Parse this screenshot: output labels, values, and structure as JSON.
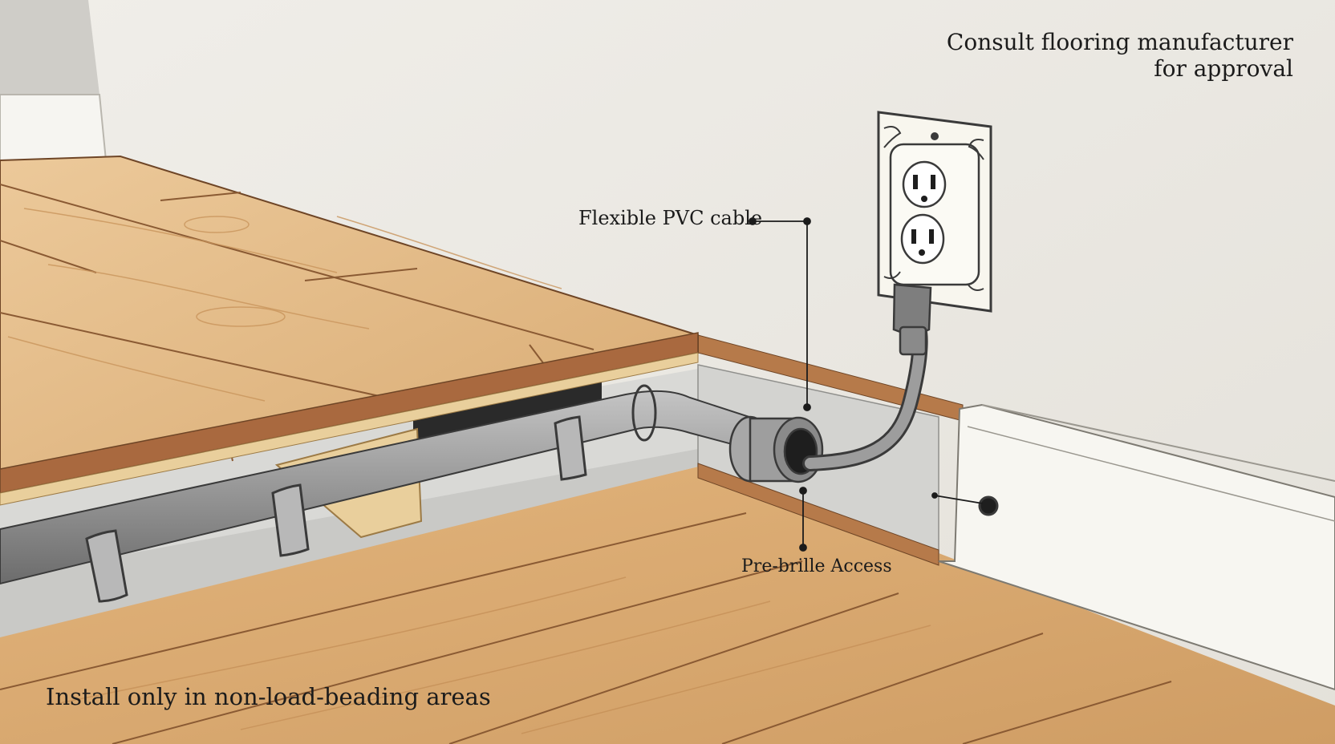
{
  "notes": {
    "manufacturer_line1": "Consult flooring manufacturer",
    "manufacturer_line2": "for approval",
    "load_bearing": "Install only in non-load-beading areas"
  },
  "callouts": {
    "cable": "Flexible PVC cable",
    "access": "Pre-brille Access"
  },
  "colors": {
    "wall": "#eceae4",
    "wood_light": "#e8c79b",
    "wood_mid": "#d9ae78",
    "wood_edge": "#a9693f",
    "conduit": "#9a9a9a",
    "baseboard": "#f7f6f1",
    "outline": "#3a3a3a"
  },
  "icons": [
    "duplex-outlet-icon",
    "plug-icon",
    "conduit-clamp-icon",
    "access-hole-icon"
  ]
}
